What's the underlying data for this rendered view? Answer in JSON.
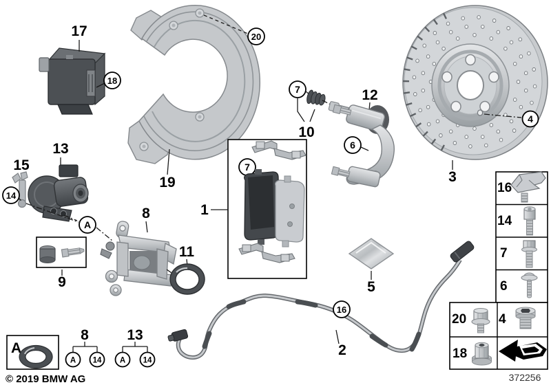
{
  "diagram": {
    "title_hint": "Rear brake with brake pads / EMF actuator exploded parts view",
    "callouts": {
      "pads": "1",
      "sensor": "2",
      "disc": "3",
      "disc_set_screw": "4",
      "grease": "5",
      "guide_bolt": "6",
      "pad_clip_set": "7",
      "boot_kit": "7",
      "caliper": "8",
      "repair_kit": "9",
      "guide_pin_kit": "10",
      "seal_ring": "11",
      "carrier": "12",
      "actuator": "13",
      "torx_screw": "14",
      "bracket": "15",
      "cable_clip": "16",
      "control_module": "17",
      "nut": "18",
      "splash_shield": "19",
      "shield_bolt": "20",
      "seal_letter": "A"
    }
  },
  "fastener_table": {
    "rows_single": [
      {
        "id": "16",
        "icon": "retaining-clip"
      },
      {
        "id": "14",
        "icon": "socket-head-bolt"
      },
      {
        "id": "7",
        "icon": "hex-flange-bolt"
      },
      {
        "id": "6",
        "icon": "washer-screw"
      }
    ],
    "rows_double": [
      {
        "left": "20",
        "left_icon": "hex-washer-bolt",
        "right": "4",
        "right_icon": "socket-plug-screw"
      },
      {
        "left": "18",
        "left_icon": "collar-nut",
        "right": "",
        "right_icon": "direction-arrow"
      }
    ]
  },
  "legend": {
    "seal_box": {
      "label": "A",
      "icon": "o-ring"
    },
    "groups": [
      {
        "part": "8",
        "refs": [
          "A",
          "14"
        ]
      },
      {
        "part": "13",
        "refs": [
          "A",
          "14"
        ]
      }
    ]
  },
  "footer": {
    "copyright": "© 2019 BMW AG",
    "diagram_number": "372256"
  },
  "colors": {
    "background": "#ffffff",
    "line": "#000000",
    "metal_light": "#d6d9db",
    "metal": "#b9bdc1",
    "metal_dark": "#878b8f",
    "dark_part": "#4a4e52",
    "pad_friction": "#2c2f32"
  }
}
